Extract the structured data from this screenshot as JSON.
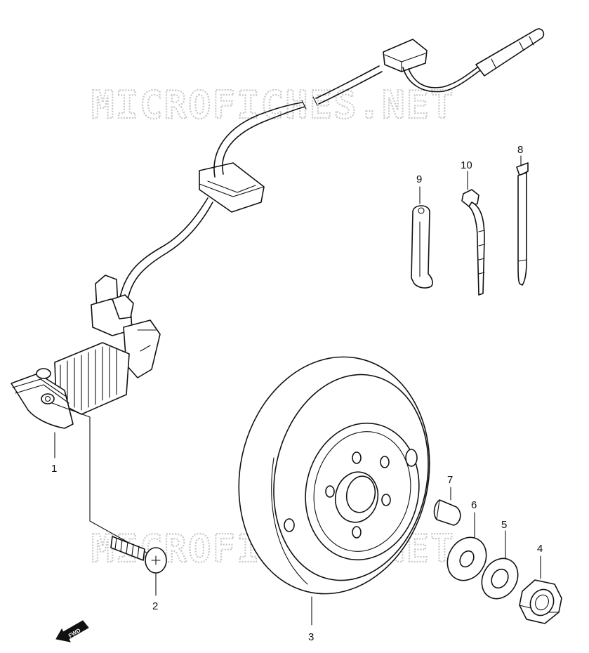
{
  "watermark": {
    "text": "MICROFICHES.NET"
  },
  "direction_marker": {
    "label": "FWD"
  },
  "callouts": [
    {
      "id": "1",
      "label": "1"
    },
    {
      "id": "2",
      "label": "2"
    },
    {
      "id": "3",
      "label": "3"
    },
    {
      "id": "4",
      "label": "4"
    },
    {
      "id": "5",
      "label": "5"
    },
    {
      "id": "6",
      "label": "6"
    },
    {
      "id": "7",
      "label": "7"
    },
    {
      "id": "8",
      "label": "8"
    },
    {
      "id": "9",
      "label": "9"
    },
    {
      "id": "10",
      "label": "10"
    }
  ]
}
